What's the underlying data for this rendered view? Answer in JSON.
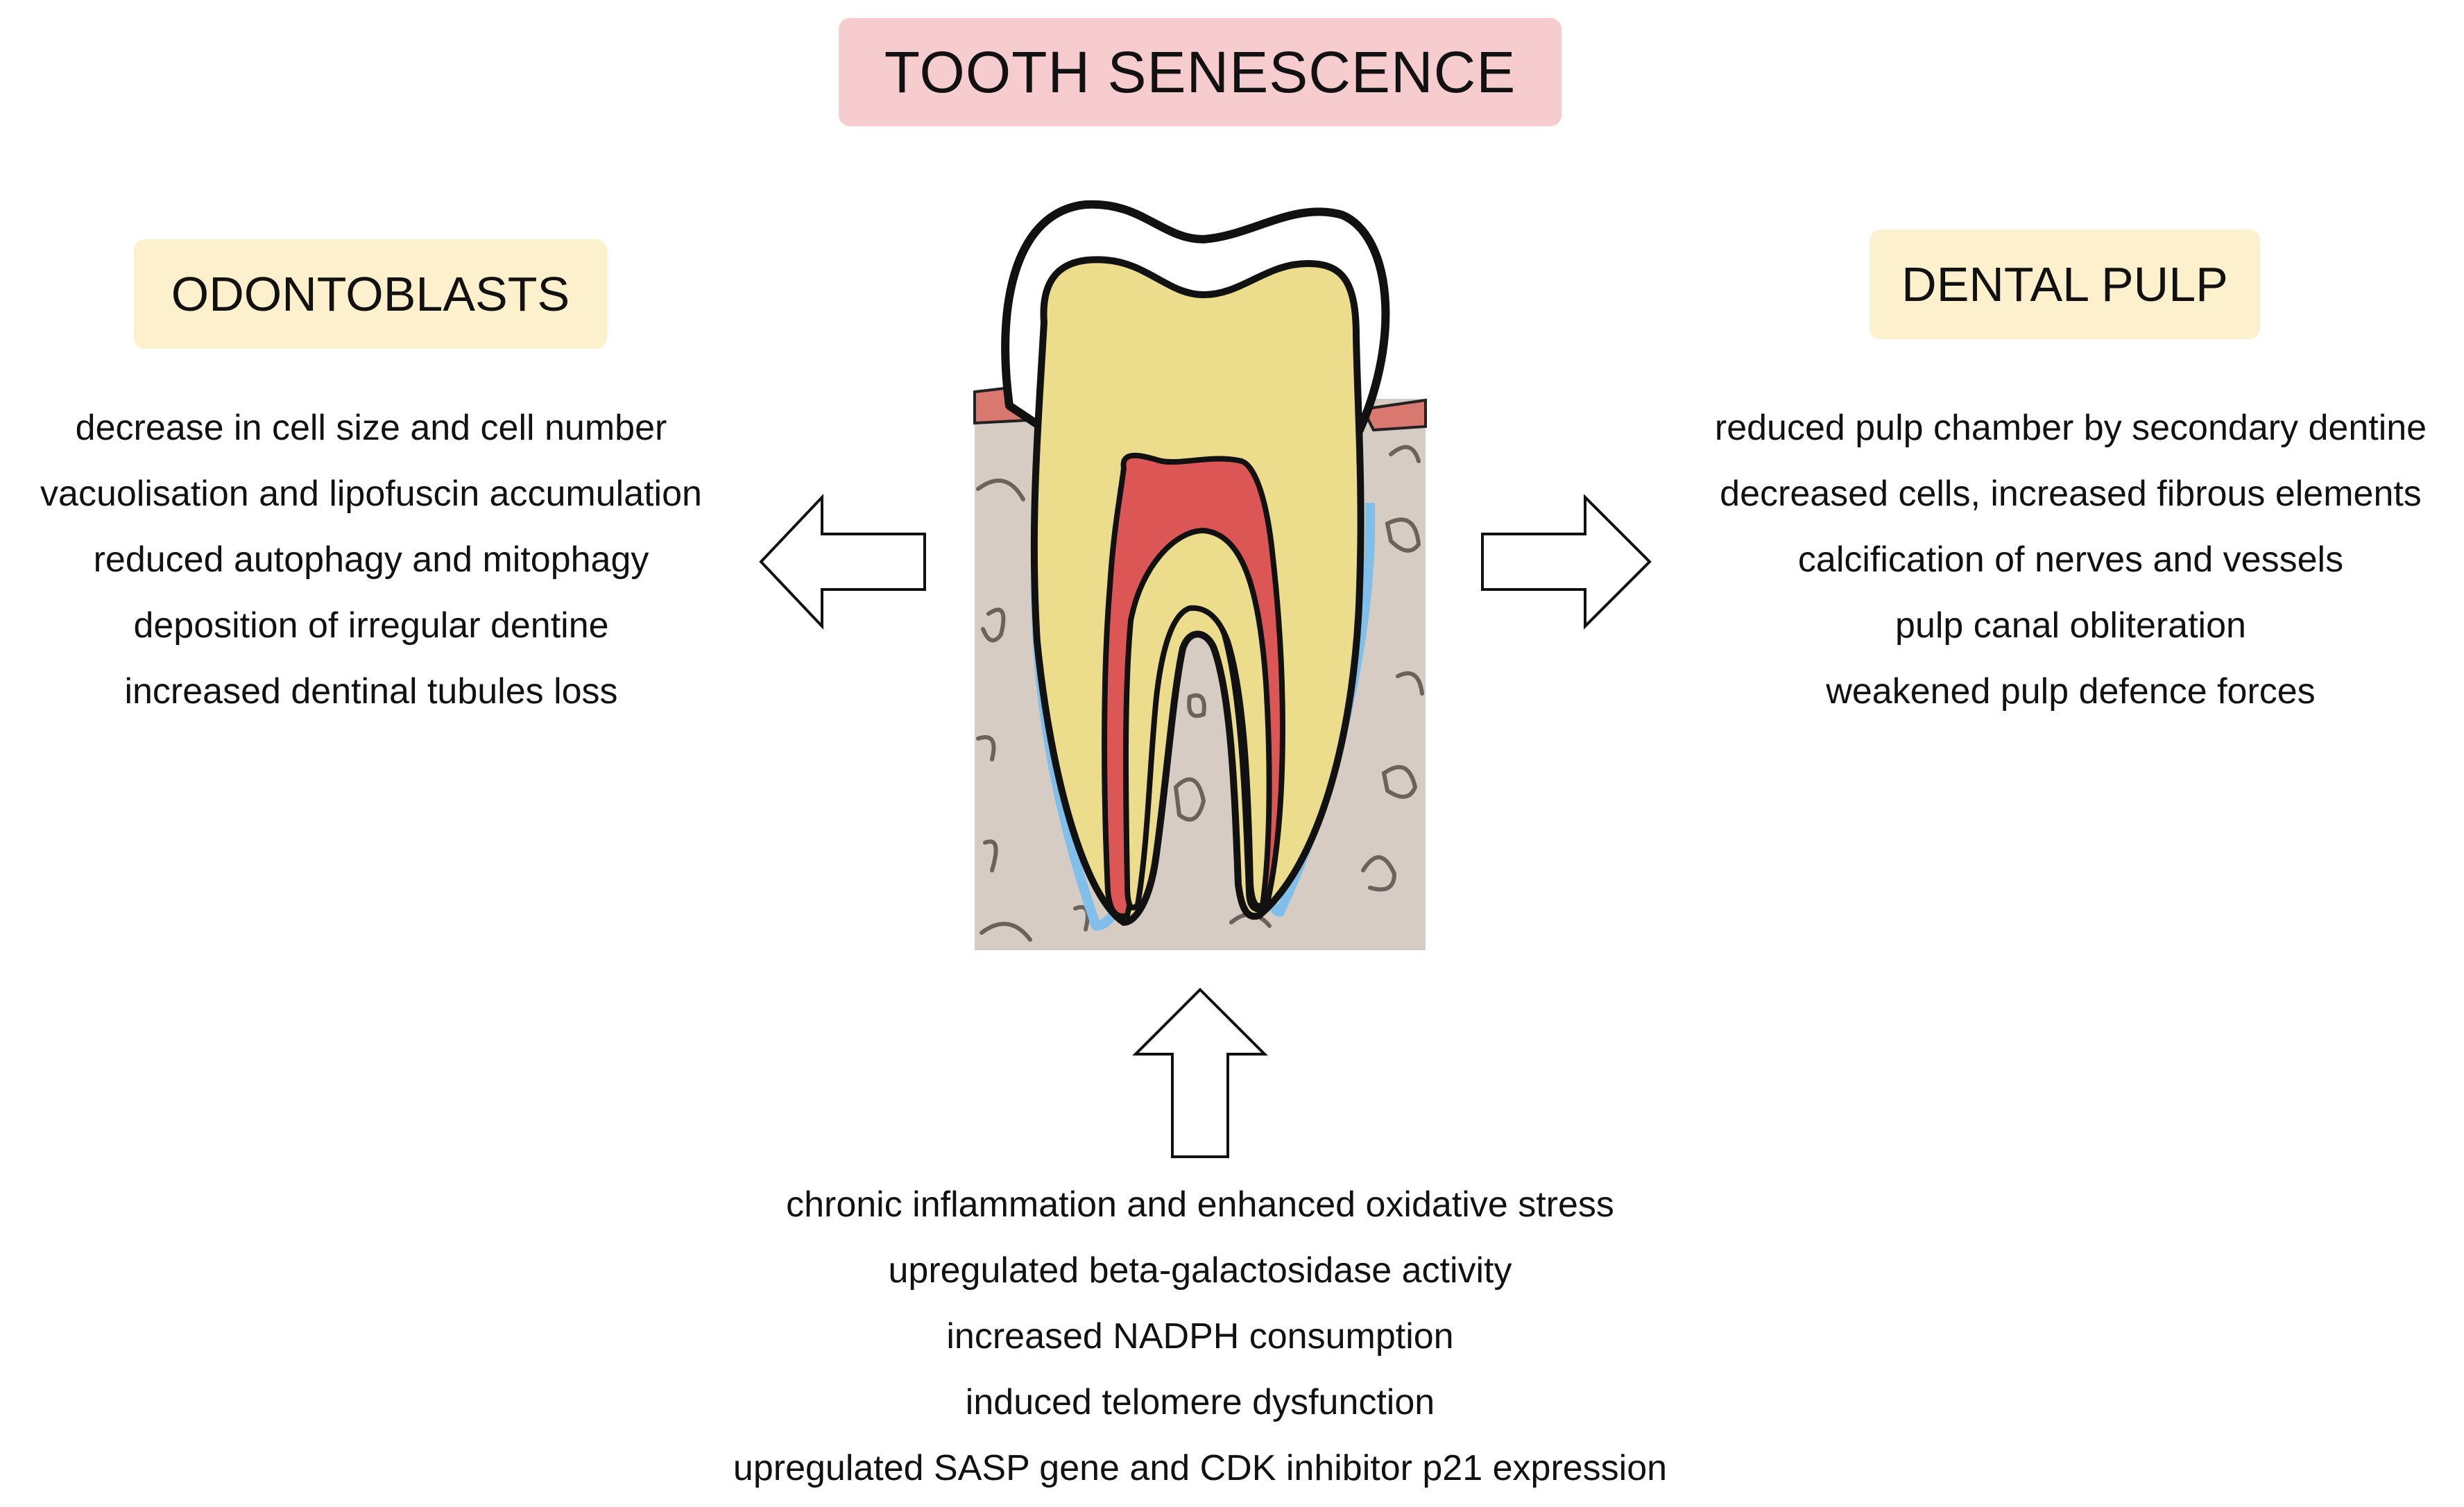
{
  "title": "TOOTH SENESCENCE",
  "odontoblasts": {
    "label": "ODONTOBLASTS",
    "items": [
      "decrease in cell size and cell number",
      "vacuolisation and lipofuscin accumulation",
      "reduced autophagy and mitophagy",
      "deposition of irregular dentine",
      "increased dentinal tubules loss"
    ]
  },
  "dental_pulp": {
    "label": "DENTAL PULP",
    "items": [
      "reduced pulp chamber by secondary dentine",
      "decreased cells, increased fibrous elements",
      "calcification of nerves and vessels",
      "pulp canal obliteration",
      "weakened pulp defence forces"
    ]
  },
  "causes": {
    "items": [
      "chronic inflammation and enhanced oxidative stress",
      "upregulated beta-galactosidase activity",
      "increased NADPH consumption",
      "induced telomere dysfunction",
      "upregulated SASP gene and CDK inhibitor p21 expression"
    ]
  },
  "colors": {
    "title_bg": "#f7cccf",
    "label_bg": "#fdf0cc",
    "bone": "#d6ccc4",
    "gum": "#d9786f",
    "dentine": "#ebdd8c",
    "pulp": "#dc5656",
    "enamel": "#ffffff",
    "periodontal_ligament": "#7fbfea"
  },
  "icons": [
    "tooth-illustration",
    "arrow-left-icon",
    "arrow-right-icon",
    "arrow-up-icon"
  ]
}
